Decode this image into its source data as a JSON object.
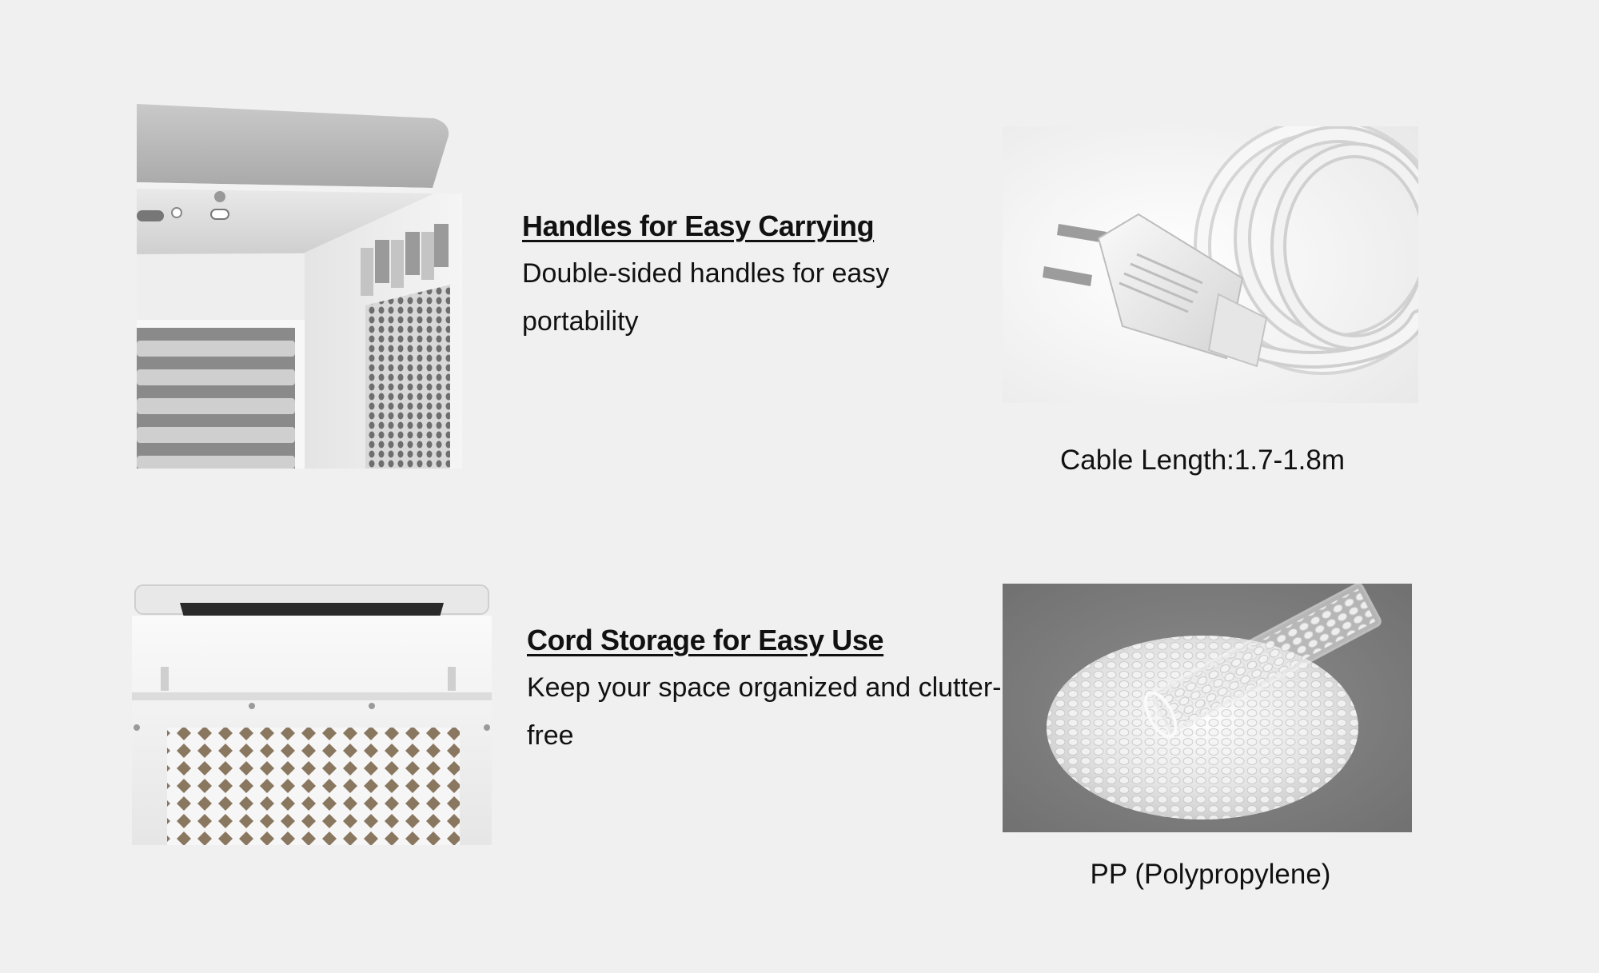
{
  "features": [
    {
      "title": "Handles for Easy Carrying",
      "description": "Double-sided handles for easy portability"
    },
    {
      "title": "Cord Storage for Easy Use",
      "description": "Keep your space organized and clutter-free"
    }
  ],
  "specs": [
    {
      "caption": "Cable Length:1.7-1.8m"
    },
    {
      "caption": "PP (Polypropylene)"
    }
  ],
  "images": {
    "handles_photo": "cooler-handles-photo",
    "cable_photo": "power-plug-cable-photo",
    "cord_storage_photo": "cooler-back-grille-photo",
    "material_photo": "pp-granules-photo"
  },
  "colors": {
    "background": "#f0f0f0",
    "text": "#111111",
    "granule_background": "#7c7c7c"
  }
}
